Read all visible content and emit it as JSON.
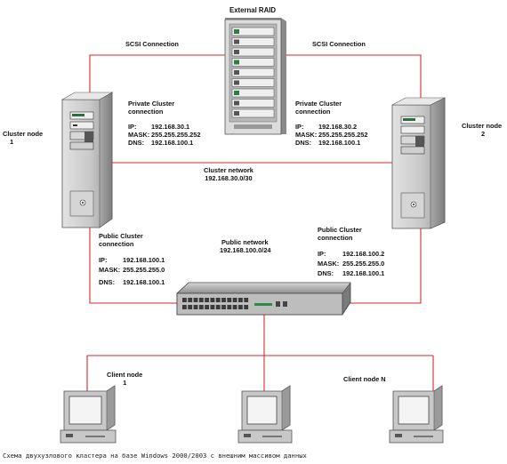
{
  "storage": {
    "title": "External RAID"
  },
  "links": {
    "scsi_left": "SCSI Connection",
    "scsi_right": "SCSI Connection"
  },
  "nodes": {
    "node1": {
      "line1": "Cluster node",
      "line2": "1"
    },
    "node2": {
      "line1": "Cluster node",
      "line2": "2"
    }
  },
  "private_left": {
    "title1": "Private  Cluster",
    "title2": "connection",
    "ip_label": "IP:",
    "ip": "192.168.30.1",
    "mask_label": "MASK:",
    "mask": "255.255.255.252",
    "dns_label": "DNS:",
    "dns": "192.168.100.1"
  },
  "private_right": {
    "title1": "Private Cluster",
    "title2": "connection",
    "ip_label": "IP:",
    "ip": "192.168.30.2",
    "mask_label": "MASK:",
    "mask": "255.255.255.252",
    "dns_label": "DNS:",
    "dns": "192.168.100.1"
  },
  "cluster_network": {
    "label": "Cluster network",
    "subnet": "192.168.30.0/30"
  },
  "public_left": {
    "title1": "Public Cluster",
    "title2": "connection",
    "ip_label": "IP:",
    "ip": "192.168.100.1",
    "mask_label": "MASK:",
    "mask": "255.255.255.0",
    "dns_label": "DNS:",
    "dns": "192.168.100.1"
  },
  "public_right": {
    "title1": "Public Cluster",
    "title2": "connection",
    "ip_label": "IP:",
    "ip": "192.168.100.2",
    "mask_label": "MASK:",
    "mask": "255.255.255.0",
    "dns_label": "DNS:",
    "dns": "192.168.100.1"
  },
  "public_network": {
    "label": "Public network",
    "subnet": "192.168.100.0/24"
  },
  "clients": {
    "client1": {
      "line1": "Client node",
      "line2": "1"
    },
    "clientN": {
      "line1": "Client node N"
    }
  },
  "caption": "Схема двухузлового кластера на базе Windows 2000/2003 с внешним массивом данных",
  "colors": {
    "link": "#d9262b",
    "device_gray": "#c4c4c4",
    "switch_gray": "#a9a9a9"
  }
}
